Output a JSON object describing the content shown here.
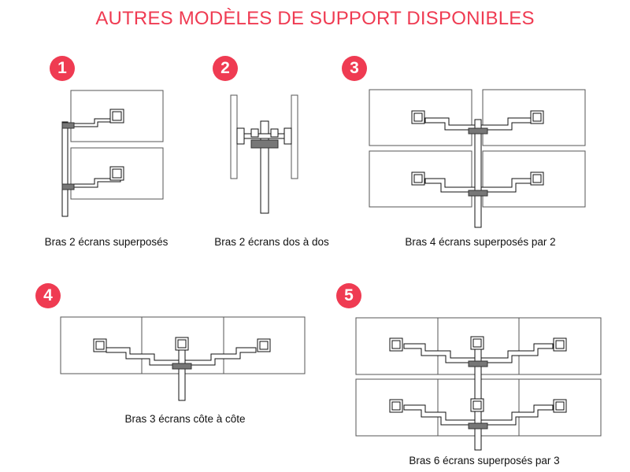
{
  "title": "AUTRES MODÈLES DE SUPPORT DISPONIBLES",
  "colors": {
    "accent": "#ef3b52",
    "line": "#111111",
    "clamp": "#777777"
  },
  "models": [
    {
      "number": "1",
      "caption": "Bras 2 écrans superposés"
    },
    {
      "number": "2",
      "caption": "Bras 2 écrans dos à dos"
    },
    {
      "number": "3",
      "caption": "Bras 4 écrans superposés par 2"
    },
    {
      "number": "4",
      "caption": "Bras 3 écrans côte à côte"
    },
    {
      "number": "5",
      "caption": "Bras 6 écrans superposés par 3"
    }
  ]
}
